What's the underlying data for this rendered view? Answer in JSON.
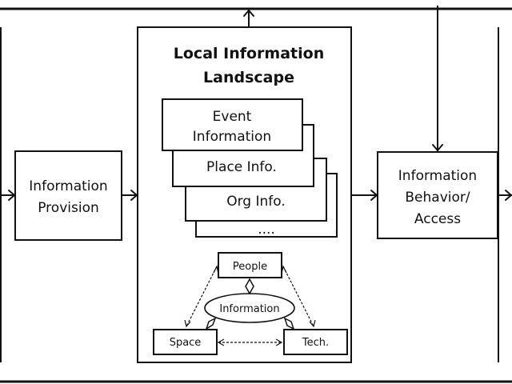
{
  "diagram": {
    "local_landscape": {
      "title_line1": "Local Information",
      "title_line2": "Landscape",
      "stack": [
        {
          "line1": "Event",
          "line2": "Information"
        },
        {
          "line1": "Place Info."
        },
        {
          "line1": "Org Info."
        },
        {
          "line1": "...."
        }
      ],
      "triad": {
        "people": "People",
        "information": "Information",
        "space": "Space",
        "tech": "Tech."
      }
    },
    "information_provision": {
      "line1": "Information",
      "line2": "Provision"
    },
    "information_behavior": {
      "line1": "Information",
      "line2": "Behavior/",
      "line3": "Access"
    },
    "colors": {
      "stroke": "#111111",
      "background": "#ffffff"
    }
  }
}
